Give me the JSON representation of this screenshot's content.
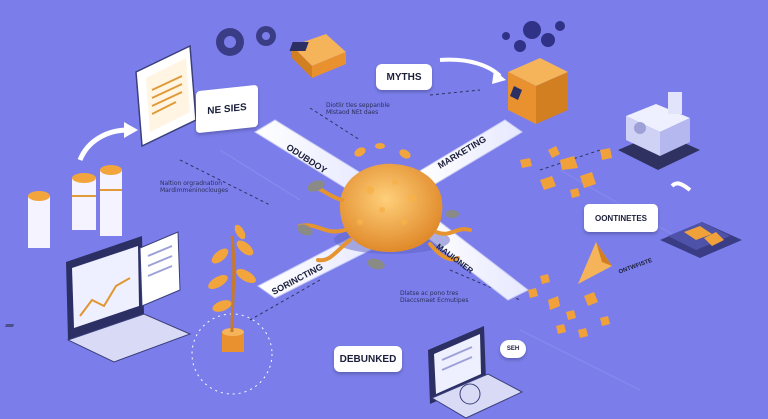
{
  "labels": {
    "ne_sies": "NE SIES",
    "myths": "MYTHS",
    "debunked": "DEBUNKED",
    "ontinetes": "OONTINETES",
    "road_odubdoy": "ODUBDOY",
    "road_marketing": "MARKETING",
    "road_mauioner": "MAUIONER",
    "road_sorincting": "SORINCTING",
    "ontwfiste": "ONTWFISTE",
    "seh": "SEH"
  },
  "captions": {
    "top_1": "Diotlir tles seppanble",
    "top_2": "Mlstaod NEt daes",
    "left_1": "Naltion orgradnation",
    "left_2": "Mardimmeninoclouges",
    "bottom_1": "Dlatse ac pono tres",
    "bottom_2": "Diaccsmaet Ecmutipes"
  },
  "colors": {
    "background": "#7B7EEA",
    "accent_orange": "#F2A53C",
    "dark_navy": "#2C2F63"
  }
}
